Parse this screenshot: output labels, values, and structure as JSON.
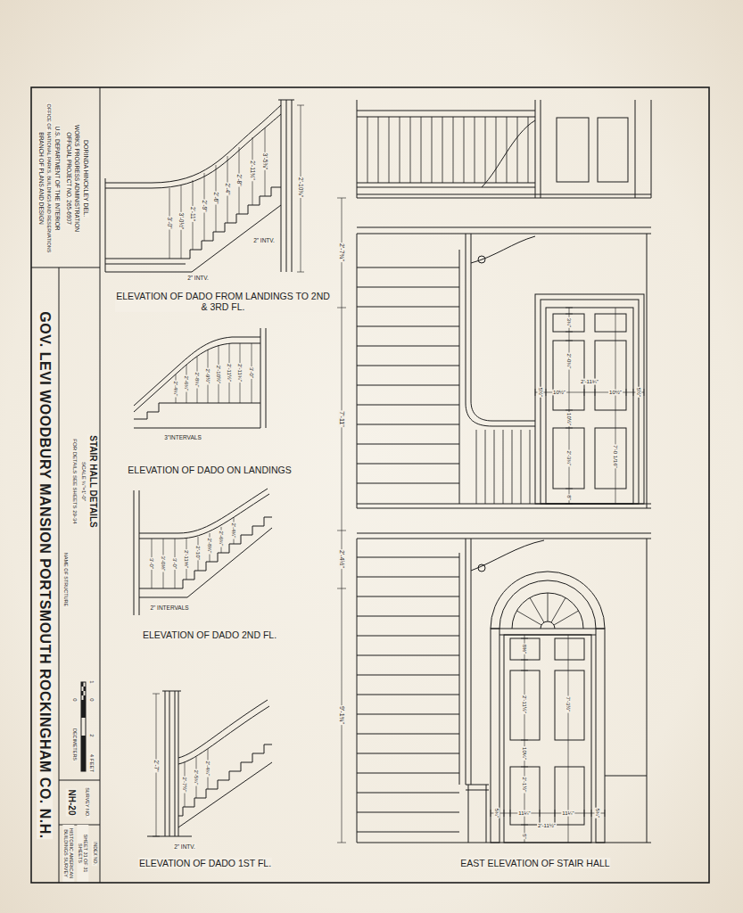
{
  "diagram": {
    "title": "GOV. LEVI WOODBURY MANSION PORTSMOUTH ROCKINGHAM CO. N.H.",
    "labels": [
      "DORINDA HINCKLEY DEL.",
      "WORKS PROGRESS ADMINISTRATION",
      "OFFICIAL PROJECT NO. 265-6907",
      "U.S. DEPARTMENT OF THE INTERIOR",
      "OFFICE OF NATIONAL PARKS, BUILDINGS AND RESERVATIONS",
      "BRANCH OF PLANS AND DESIGN",
      "STAIR HALL DETAILS",
      "SCALE ¾\"=1'-0\"",
      "FOR DETAILS SEE SHEETS 29-34",
      "NAME OF STRUCTURE",
      "1",
      "0",
      "2",
      "4 FEET",
      "0",
      "DECIMETERS",
      "NH-20",
      "SURVEY NO.",
      "HISTORIC AMERICAN BUILDINGS SURVEY",
      "SHEET 31 OF 31 SHEETS",
      "INDEX NO.",
      "ELEVATION OF DADO FROM LANDINGS TO 2ND & 3RD FL.",
      "ELEVATION OF DADO ON LANDINGS",
      "ELEVATION OF DADO 2ND FL.",
      "ELEVATION OF DADO 1ST FL.",
      "EAST ELEVATION OF STAIR HALL",
      "2\" INTV.",
      "2\" INTV.",
      "3\"INTERVALS",
      "2\" INTERVALS",
      "2\" INTV.",
      "3'-0\"",
      "3'-0½\"",
      "2'-11\"",
      "2'-9\"",
      "2'-6\"",
      "2'-4\"",
      "2'-8\"",
      "2'-11¾\"",
      "3'-5⅜\"",
      "2'-10⅜\"",
      "2'-4¾\"",
      "2'-6¾\"",
      "2'-8¾\"",
      "2'-9½\"",
      "2'-10½\"",
      "2'-11½\"",
      "2'-11¾\"",
      "3'-0\"",
      "3'-0\"",
      "3'-0⅛\"",
      "3'-0\"",
      "2'-11⅝\"",
      "2'-10\"",
      "2'-8¼\"",
      "2'-6¾\"",
      "2'-4¼\"",
      "2'-7\"",
      "2'-7½\"",
      "2'-5¾\"",
      "2'-4¾\"",
      "2'-7¾\"",
      "7'-11\"",
      "2'-4½\"",
      "9'-1¾\"",
      "3¾\"",
      "2'-0¾\"",
      "10½\"",
      "2'-3¾\"",
      "8\"",
      "5½\"",
      "10½\"",
      "2'-11¾\"",
      "10½\"",
      "5½\"",
      "7'-0 1/16\"",
      "8⅜\"",
      "2'-11½\"",
      "10¼\"",
      "2'-1½\"",
      "5¾\"",
      "11¼\"",
      "2'-11½\"",
      "11¼\"",
      "5¾\"",
      "5\"",
      "7'-3½\""
    ]
  }
}
